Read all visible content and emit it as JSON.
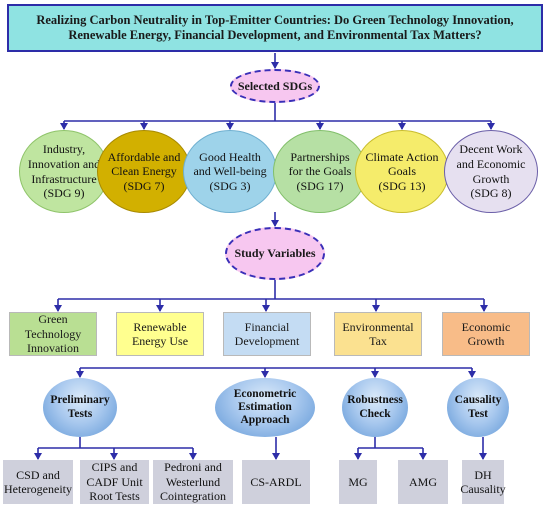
{
  "title": "Realizing Carbon Neutrality in Top-Emitter Countries: Do Green Technology Innovation, Renewable Energy, Financial Development, and Environmental Tax Matters?",
  "sdg_header": "Selected SDGs",
  "sdgs": [
    {
      "label": "Industry,\nInnovation and\nInfrastructure\n(SDG 9)",
      "color": "#bfe5a0"
    },
    {
      "label": "Affordable and\nClean Energy\n(SDG 7)",
      "color": "#d2b000"
    },
    {
      "label": "Good Health\nand Well-being\n(SDG 3)",
      "color": "#9ed3ea"
    },
    {
      "label": "Partnerships\nfor the Goals\n(SDG 17)",
      "color": "#b6e0a4"
    },
    {
      "label": "Climate Action\nGoals\n(SDG 13)",
      "color": "#f5ec6b"
    },
    {
      "label": "Decent Work\nand Economic\nGrowth\n(SDG 8)",
      "color": "#e6e0f0"
    }
  ],
  "variables_header": "Study Variables",
  "variables": [
    {
      "label": "Green\nTechnology\nInnovation",
      "color": "#b9df93"
    },
    {
      "label": "Renewable\nEnergy Use",
      "color": "#ffff8f"
    },
    {
      "label": "Financial\nDevelopment",
      "color": "#c4dcf3"
    },
    {
      "label": "Environmental\nTax",
      "color": "#fbe190"
    },
    {
      "label": "Economic\nGrowth",
      "color": "#f8bc88"
    }
  ],
  "methods": [
    {
      "label": "Preliminary\nTests"
    },
    {
      "label": "Econometric\nEstimation\nApproach"
    },
    {
      "label": "Robustness\nCheck"
    },
    {
      "label": "Causality\nTest"
    }
  ],
  "results": [
    {
      "label": "CSD and\nHeterogeneity"
    },
    {
      "label": "CIPS and\nCADF Unit\nRoot Tests"
    },
    {
      "label": "Pedroni and\nWesterlund\nCointegration"
    },
    {
      "label": "CS-ARDL"
    },
    {
      "label": "MG"
    },
    {
      "label": "AMG"
    },
    {
      "label": "DH\nCausality"
    }
  ],
  "colors": {
    "connector": "#2d2da8",
    "border": "#2d2da8",
    "title_fill": "#8fe3e2",
    "oval_fill": "#f7c7f0"
  }
}
